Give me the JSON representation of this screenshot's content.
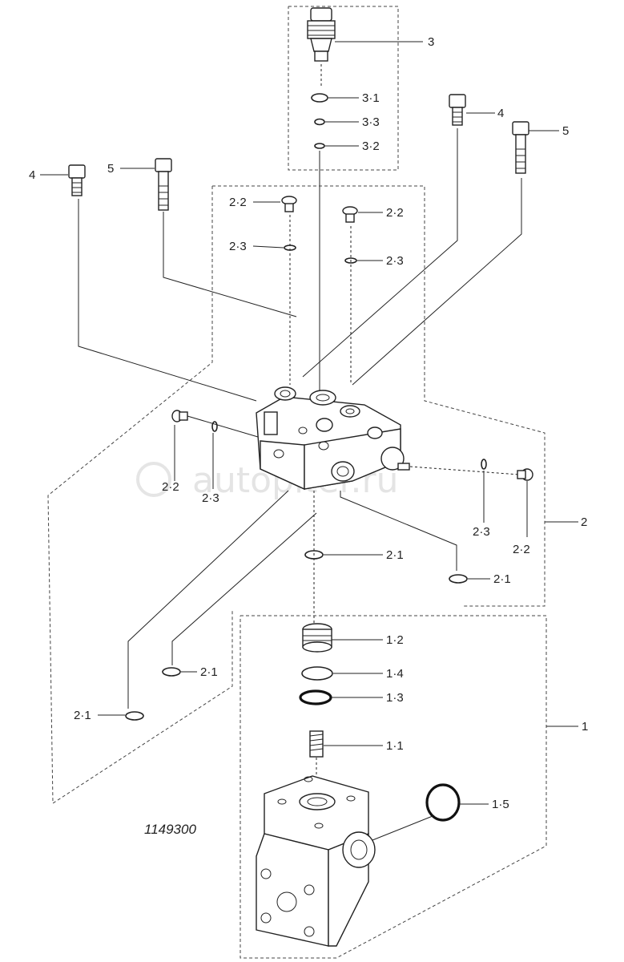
{
  "drawing": {
    "reference_number": "1149300",
    "watermark": "autopiter.ru"
  },
  "callouts": {
    "c_3": "3",
    "c_3_1": "3·1",
    "c_3_3": "3·3",
    "c_3_2": "3·2",
    "c_4_right": "4",
    "c_5_right": "5",
    "c_4_left": "4",
    "c_5_left": "5",
    "c_2_2_top_left": "2·2",
    "c_2_2_top_right": "2·2",
    "c_2_3_top_left": "2·3",
    "c_2_3_top_right": "2·3",
    "c_2_2_side_left": "2·2",
    "c_2_3_side_left": "2·3",
    "c_2_3_side_right": "2·3",
    "c_2_2_side_right": "2·2",
    "c_2": "2",
    "c_2_1_center": "2·1",
    "c_2_1_right": "2·1",
    "c_2_1_mid_left": "2·1",
    "c_2_1_far_left": "2·1",
    "c_1_2": "1·2",
    "c_1_4": "1·4",
    "c_1_3": "1·3",
    "c_1": "1",
    "c_1_1": "1·1",
    "c_1_5": "1·5"
  }
}
